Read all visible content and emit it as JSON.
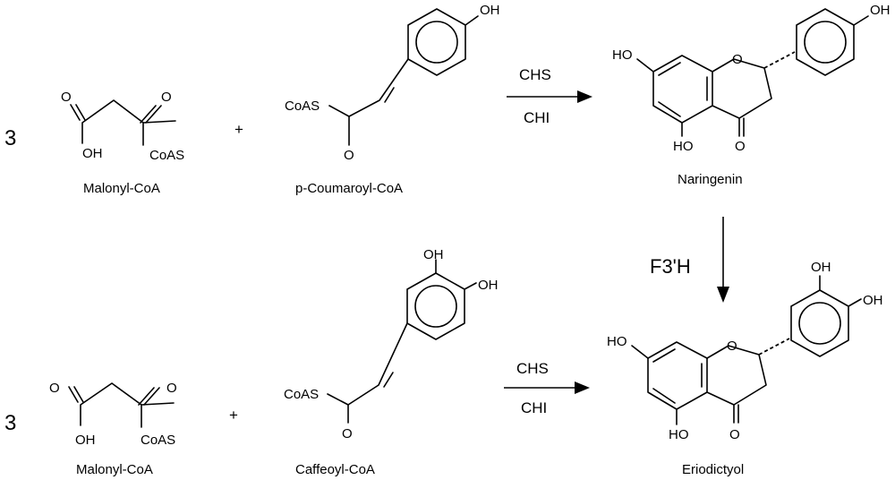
{
  "reaction_1": {
    "coefficient": "3",
    "plus": "+",
    "enzyme_top": "CHS",
    "enzyme_bottom": "CHI",
    "malonyl": {
      "name": "Malonyl-CoA",
      "atoms": {
        "o_acid": "O",
        "oh": "OH",
        "o_keto": "O",
        "coas": "CoAS"
      }
    },
    "coumaroyl": {
      "name": "p-Coumaroyl-CoA",
      "atoms": {
        "oh": "OH",
        "coas": "CoAS",
        "o": "O"
      }
    },
    "naringenin": {
      "name": "Naringenin",
      "atoms": {
        "ho7": "HO",
        "o_ring": "O",
        "oh4p": "OH",
        "ho5": "HO",
        "o_keto": "O"
      }
    }
  },
  "reaction_2": {
    "coefficient": "3",
    "plus": "+",
    "enzyme_top": "CHS",
    "enzyme_bottom": "CHI",
    "malonyl": {
      "name": "Malonyl-CoA",
      "atoms": {
        "o_acid": "O",
        "oh": "OH",
        "o_keto": "O",
        "coas": "CoAS"
      }
    },
    "caffeoyl": {
      "name": "Caffeoyl-CoA",
      "atoms": {
        "oh3": "OH",
        "oh4": "OH",
        "coas": "CoAS",
        "o": "O"
      }
    },
    "eriodictyol": {
      "name": "Eriodictyol",
      "atoms": {
        "ho7": "HO",
        "o_ring": "O",
        "oh3p": "OH",
        "oh4p": "OH",
        "ho5": "HO",
        "o_keto": "O"
      }
    }
  },
  "conversion": {
    "enzyme": "F3'H"
  }
}
